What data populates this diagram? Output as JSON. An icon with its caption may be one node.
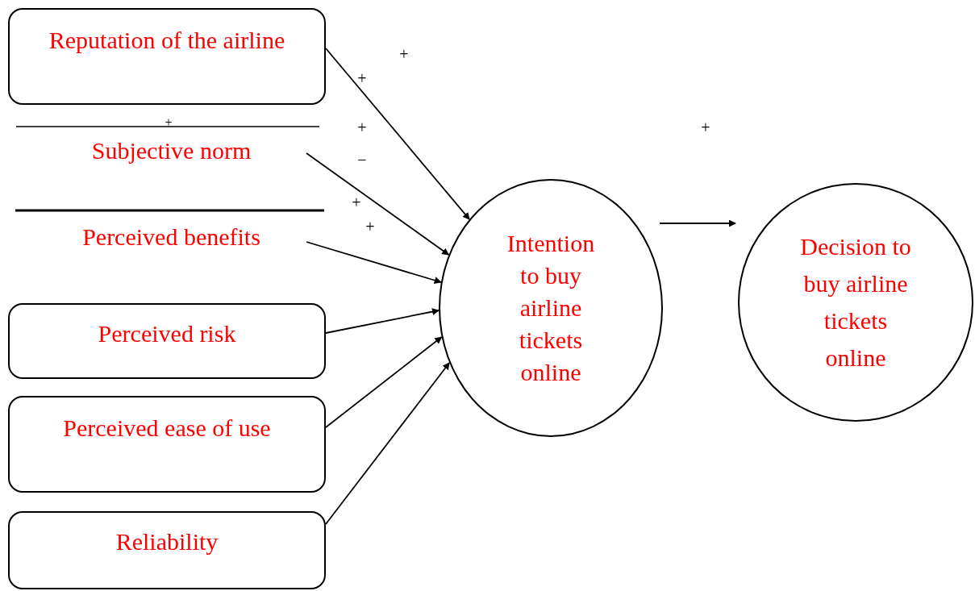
{
  "diagram": {
    "nodes": [
      {
        "text": [
          "Reputation of the airline"
        ]
      },
      {
        "text": [
          "Subjective norm"
        ]
      },
      {
        "text": [
          "Perceived benefits"
        ]
      },
      {
        "text": [
          "Perceived risk"
        ]
      },
      {
        "text": [
          "Perceived ease of use"
        ]
      },
      {
        "text": [
          "Reliability"
        ]
      },
      {
        "text": [
          "Intention to buy airline tickets online"
        ]
      },
      {
        "text": [
          "Decision to buy airline tickets online"
        ]
      }
    ],
    "edges": [
      {
        "from": 0,
        "to": 6,
        "arrow": "to"
      },
      {
        "from": 1,
        "to": 6,
        "arrow": "to"
      },
      {
        "from": 2,
        "to": 6,
        "arrow": "to"
      },
      {
        "from": 3,
        "to": 6,
        "arrow": "to"
      },
      {
        "from": 4,
        "to": 6,
        "arrow": "to"
      },
      {
        "from": 5,
        "to": 6,
        "arrow": "to"
      },
      {
        "from": 6,
        "to": 7,
        "arrow": "to"
      }
    ],
    "labels": [
      "+",
      "+",
      "+",
      "+",
      "+",
      "−",
      "+",
      "+"
    ]
  }
}
